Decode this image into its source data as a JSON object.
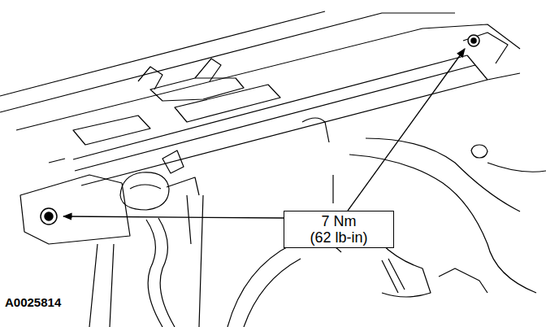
{
  "diagram": {
    "nodes": [
      {
        "text": [
          "7 Nm",
          "(62 lb-in)"
        ]
      }
    ],
    "labels": [
      "A0025814"
    ]
  }
}
